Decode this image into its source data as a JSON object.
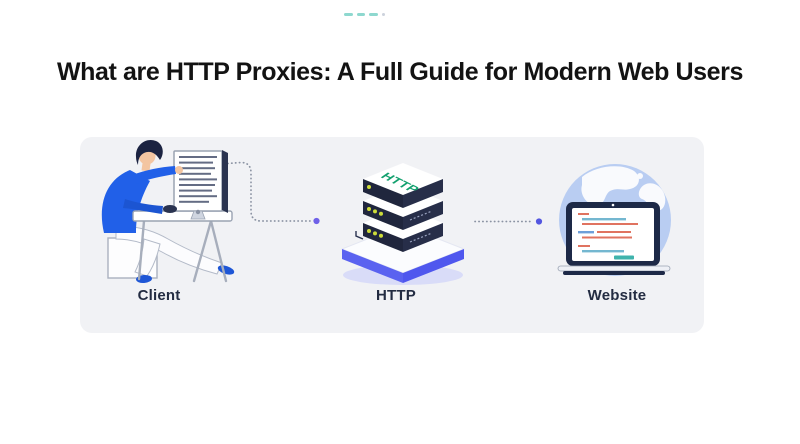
{
  "page": {
    "background": "#ffffff"
  },
  "watermark": {
    "color": "#8ed8cf",
    "dash_count": 3
  },
  "header": {
    "title": "What are HTTP Proxies: A Full Guide for Modern Web Users"
  },
  "diagram": {
    "panel_bg": "#f1f2f5",
    "client": {
      "label": "Client"
    },
    "proxy": {
      "label": "HTTP",
      "stack_text": "HTTP"
    },
    "website": {
      "label": "Website"
    },
    "connections": [
      {
        "from": "client",
        "to": "proxy",
        "style": "dotted",
        "end_dot": true
      },
      {
        "from": "proxy",
        "to": "website",
        "style": "dotted",
        "end_dot": true
      }
    ],
    "colors": {
      "sweater_blue": "#2160e8",
      "shoe_blue": "#1e56d6",
      "platform_indigo": "#5a62f0",
      "server_dark": "#20263d",
      "led_yellow": "#cddc39",
      "http_green": "#12a06e",
      "globe_blue": "#b9cdf2",
      "laptop_navy": "#1d2947",
      "screen_line_red": "#e07360",
      "screen_line_teal": "#74b7d0",
      "connector_gray": "#8b93a3",
      "end_dot_purple": "#6f61e8",
      "label_color": "#232c42"
    }
  }
}
